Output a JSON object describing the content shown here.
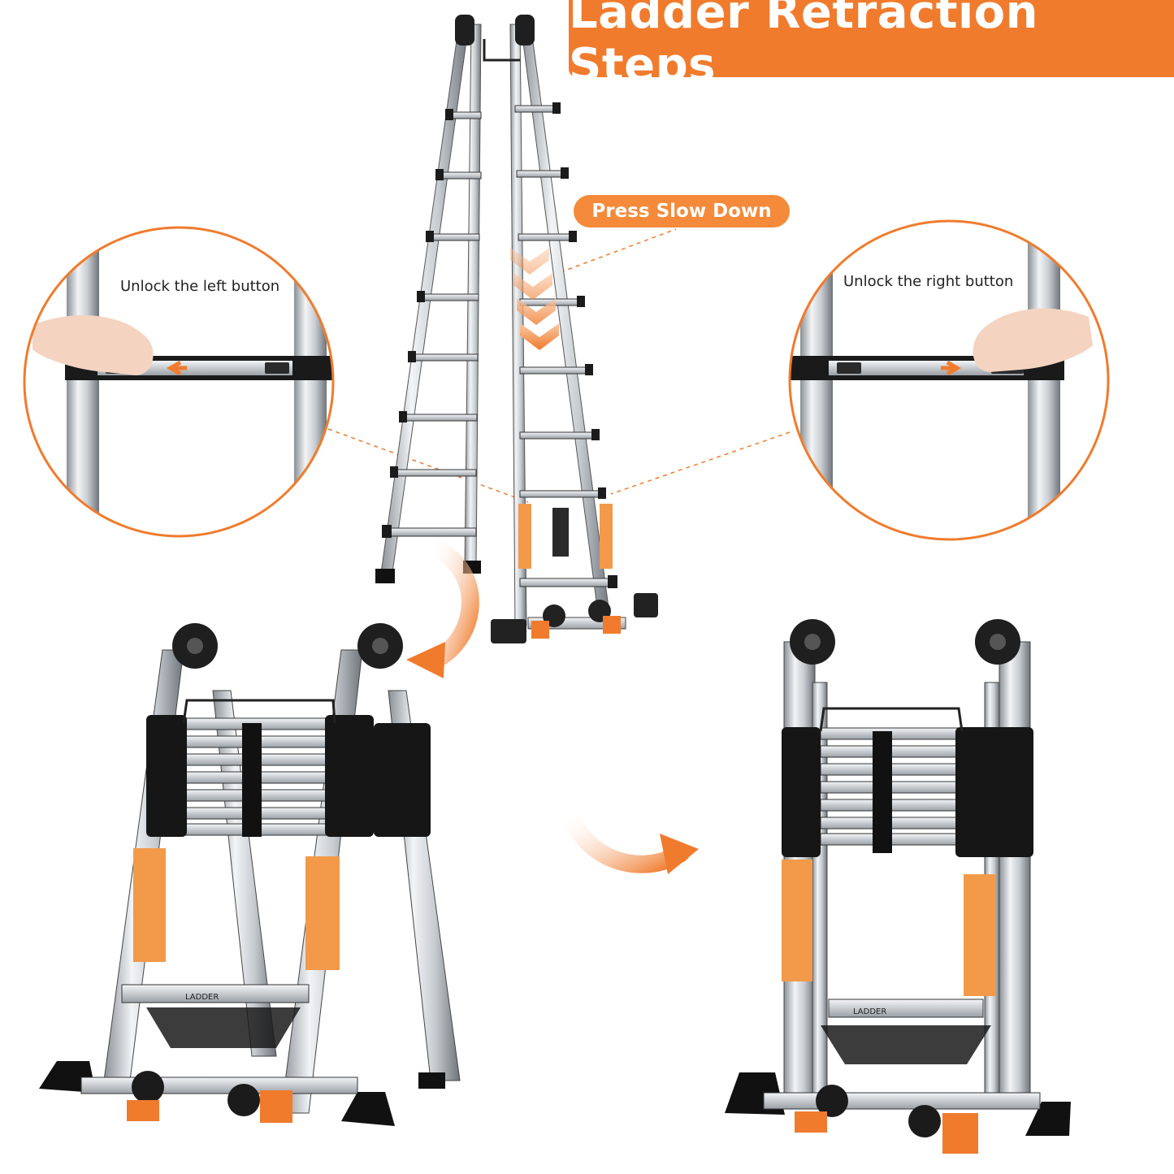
{
  "title": "Ladder Retraction Steps",
  "press_label": "Press Slow Down",
  "left_callout": "Unlock the left button",
  "right_callout": "Unlock the right button",
  "ladder_brand": "LADDER",
  "colors": {
    "accent": "#f07b2d",
    "steel": "#c9ced3",
    "dark": "#1f1f1f"
  }
}
